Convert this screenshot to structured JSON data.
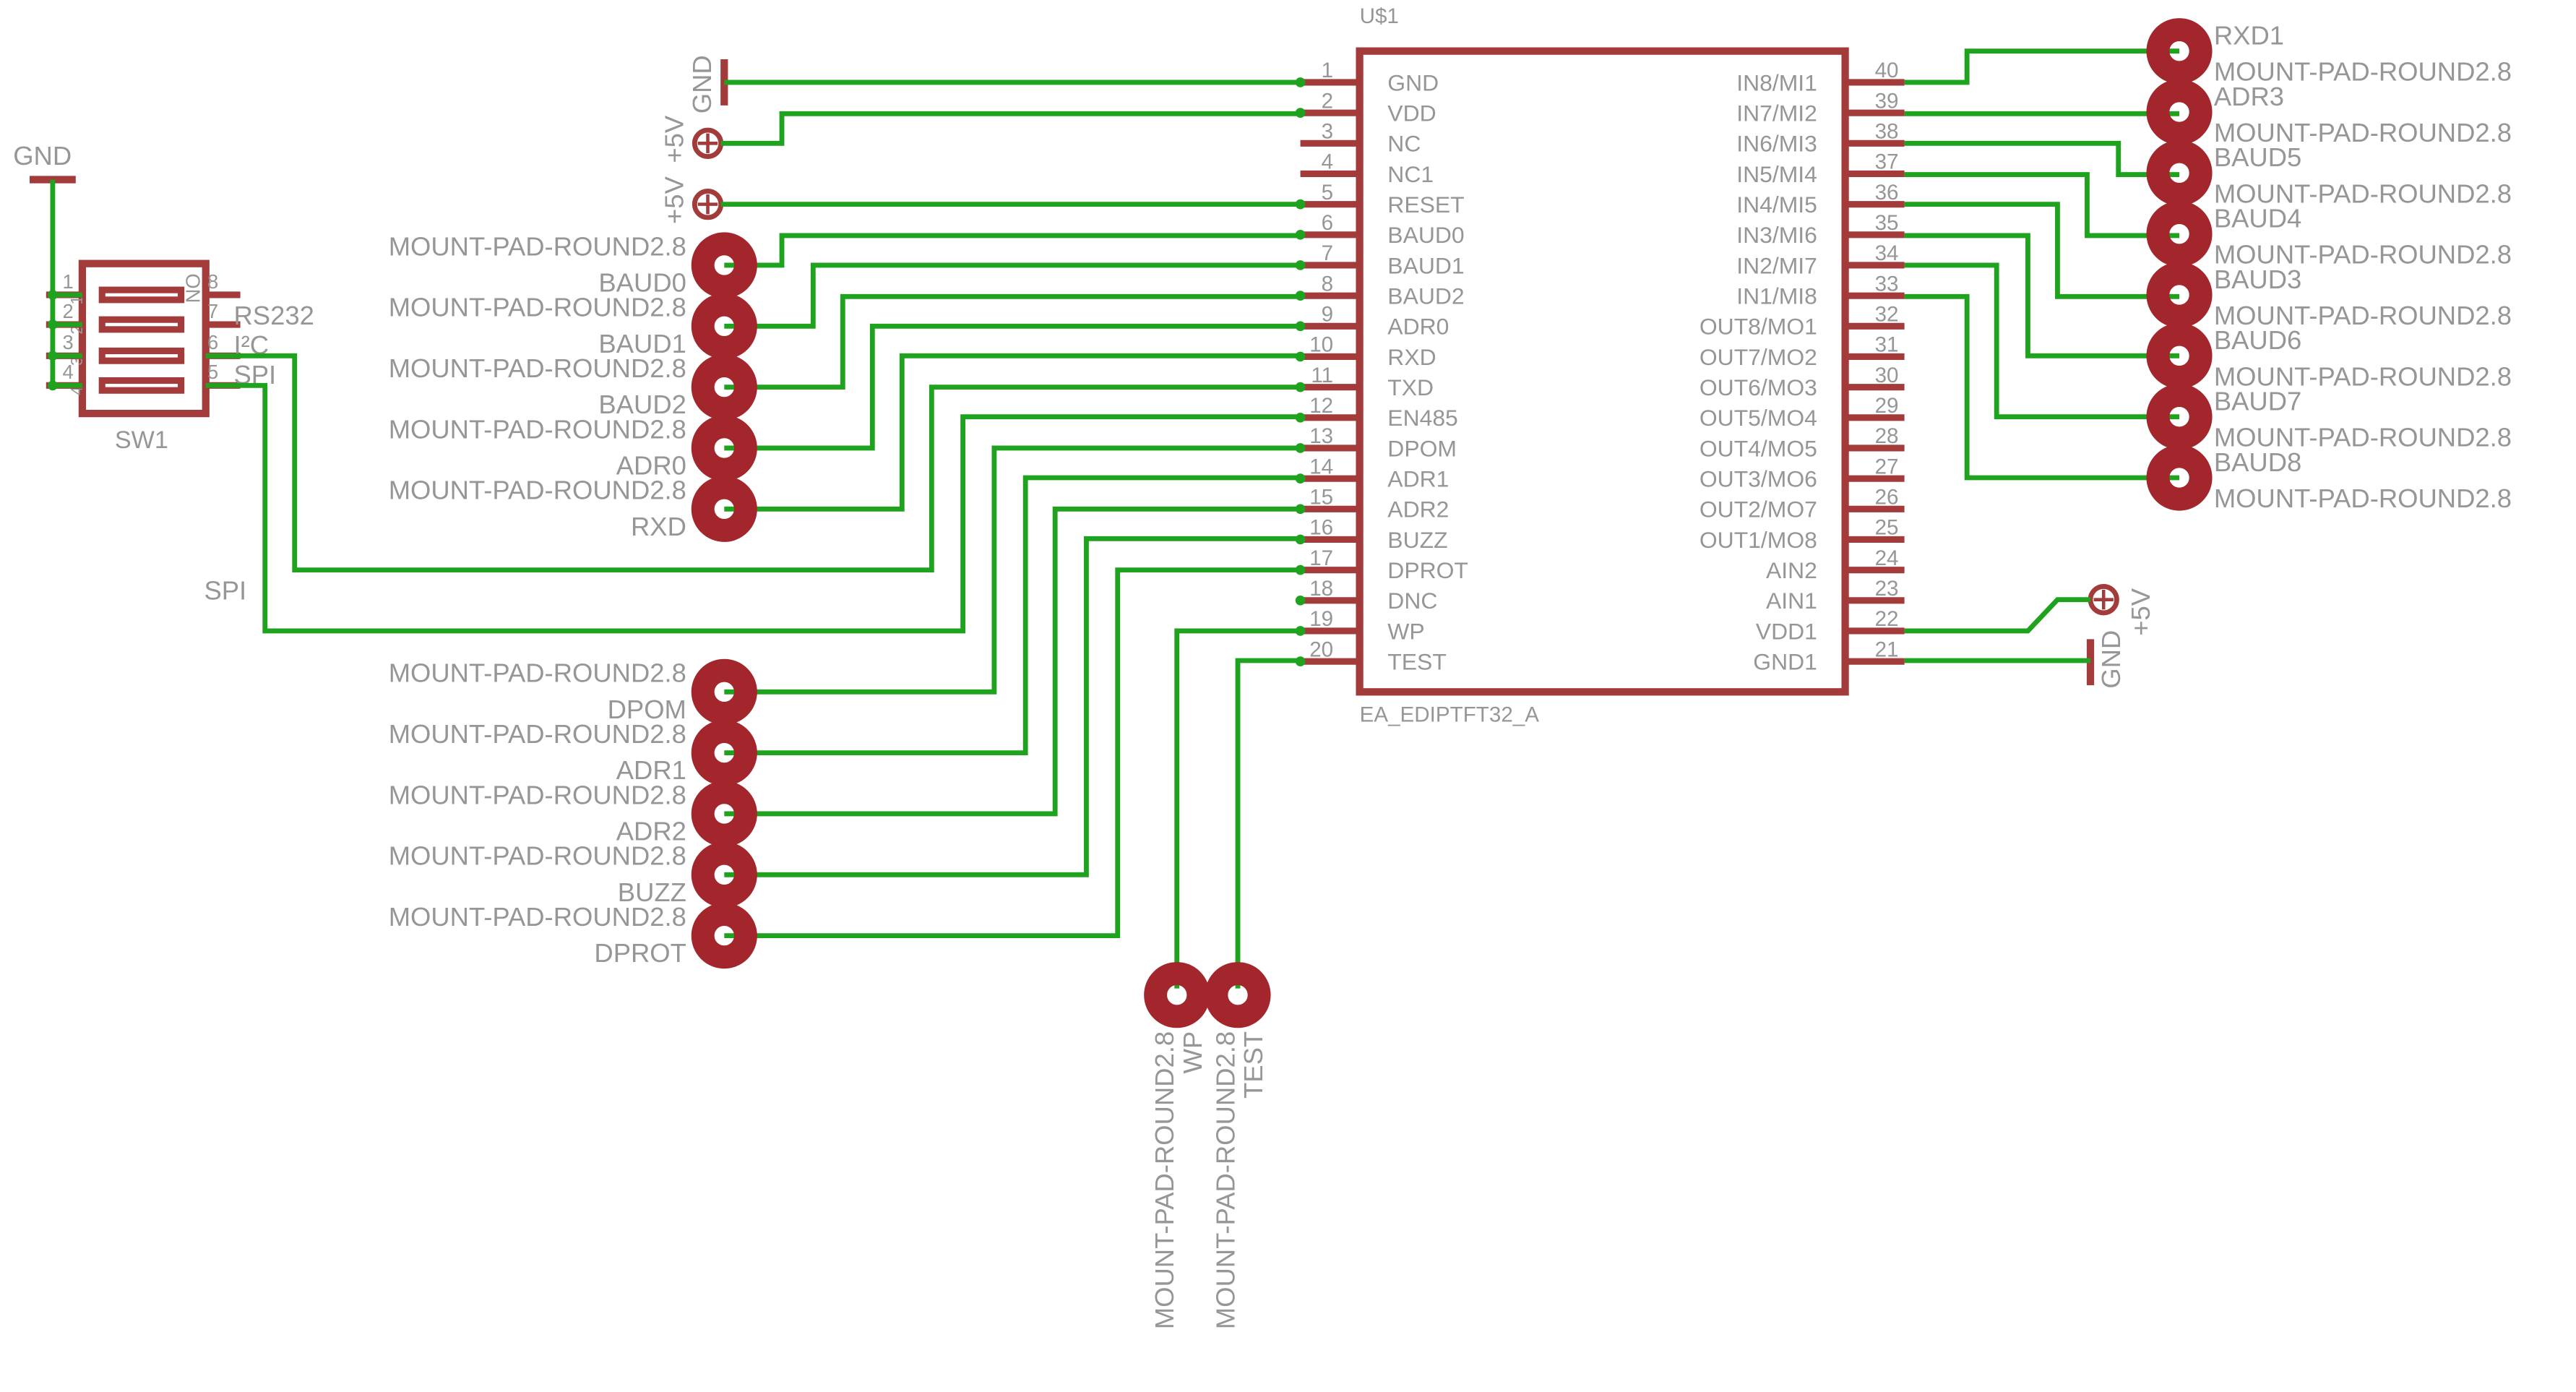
{
  "ic": {
    "ref": "U$1",
    "value": "EA_EDIPTFT32_A",
    "left_pins": [
      {
        "num": "1",
        "name": "GND"
      },
      {
        "num": "2",
        "name": "VDD"
      },
      {
        "num": "3",
        "name": "NC"
      },
      {
        "num": "4",
        "name": "NC1"
      },
      {
        "num": "5",
        "name": "RESET"
      },
      {
        "num": "6",
        "name": "BAUD0"
      },
      {
        "num": "7",
        "name": "BAUD1"
      },
      {
        "num": "8",
        "name": "BAUD2"
      },
      {
        "num": "9",
        "name": "ADR0"
      },
      {
        "num": "10",
        "name": "RXD"
      },
      {
        "num": "11",
        "name": "TXD"
      },
      {
        "num": "12",
        "name": "EN485"
      },
      {
        "num": "13",
        "name": "DPOM"
      },
      {
        "num": "14",
        "name": "ADR1"
      },
      {
        "num": "15",
        "name": "ADR2"
      },
      {
        "num": "16",
        "name": "BUZZ"
      },
      {
        "num": "17",
        "name": "DPROT"
      },
      {
        "num": "18",
        "name": "DNC"
      },
      {
        "num": "19",
        "name": "WP"
      },
      {
        "num": "20",
        "name": "TEST"
      }
    ],
    "right_pins": [
      {
        "num": "40",
        "name": "IN8/MI1"
      },
      {
        "num": "39",
        "name": "IN7/MI2"
      },
      {
        "num": "38",
        "name": "IN6/MI3"
      },
      {
        "num": "37",
        "name": "IN5/MI4"
      },
      {
        "num": "36",
        "name": "IN4/MI5"
      },
      {
        "num": "35",
        "name": "IN3/MI6"
      },
      {
        "num": "34",
        "name": "IN2/MI7"
      },
      {
        "num": "33",
        "name": "IN1/MI8"
      },
      {
        "num": "32",
        "name": "OUT8/MO1"
      },
      {
        "num": "31",
        "name": "OUT7/MO2"
      },
      {
        "num": "30",
        "name": "OUT6/MO3"
      },
      {
        "num": "29",
        "name": "OUT5/MO4"
      },
      {
        "num": "28",
        "name": "OUT4/MO5"
      },
      {
        "num": "27",
        "name": "OUT3/MO6"
      },
      {
        "num": "26",
        "name": "OUT2/MO7"
      },
      {
        "num": "25",
        "name": "OUT1/MO8"
      },
      {
        "num": "24",
        "name": "AIN2"
      },
      {
        "num": "23",
        "name": "AIN1"
      },
      {
        "num": "22",
        "name": "VDD1"
      },
      {
        "num": "21",
        "name": "GND1"
      }
    ]
  },
  "switch": {
    "ref": "SW1",
    "on_label": "ON",
    "left_pins": [
      "1",
      "2",
      "3",
      "4"
    ],
    "right_pins": [
      "8",
      "7",
      "6",
      "5"
    ],
    "internal_numbers": [
      "1",
      "2",
      "3",
      "4"
    ],
    "mode_labels": [
      "RS232",
      "I²C",
      "SPI"
    ],
    "gnd_label": "GND"
  },
  "net_labels": {
    "spi": "SPI",
    "gnd": "GND",
    "plus5v": "+5V"
  },
  "left_pads_upper": [
    {
      "type": "MOUNT-PAD-ROUND2.8",
      "name": "BAUD0"
    },
    {
      "type": "MOUNT-PAD-ROUND2.8",
      "name": "BAUD1"
    },
    {
      "type": "MOUNT-PAD-ROUND2.8",
      "name": "BAUD2"
    },
    {
      "type": "MOUNT-PAD-ROUND2.8",
      "name": "ADR0"
    },
    {
      "type": "MOUNT-PAD-ROUND2.8",
      "name": "RXD"
    }
  ],
  "left_pads_lower": [
    {
      "type": "MOUNT-PAD-ROUND2.8",
      "name": "DPOM"
    },
    {
      "type": "MOUNT-PAD-ROUND2.8",
      "name": "ADR1"
    },
    {
      "type": "MOUNT-PAD-ROUND2.8",
      "name": "ADR2"
    },
    {
      "type": "MOUNT-PAD-ROUND2.8",
      "name": "BUZZ"
    },
    {
      "type": "MOUNT-PAD-ROUND2.8",
      "name": "DPROT"
    }
  ],
  "bottom_pads": [
    {
      "type": "MOUNT-PAD-ROUND2.8",
      "name": "WP"
    },
    {
      "type": "MOUNT-PAD-ROUND2.8",
      "name": "TEST"
    }
  ],
  "right_pads": [
    {
      "type": "MOUNT-PAD-ROUND2.8",
      "name": "RXD1"
    },
    {
      "type": "MOUNT-PAD-ROUND2.8",
      "name": "ADR3"
    },
    {
      "type": "MOUNT-PAD-ROUND2.8",
      "name": "BAUD5"
    },
    {
      "type": "MOUNT-PAD-ROUND2.8",
      "name": "BAUD4"
    },
    {
      "type": "MOUNT-PAD-ROUND2.8",
      "name": "BAUD3"
    },
    {
      "type": "MOUNT-PAD-ROUND2.8",
      "name": "BAUD6"
    },
    {
      "type": "MOUNT-PAD-ROUND2.8",
      "name": "BAUD7"
    },
    {
      "type": "MOUNT-PAD-ROUND2.8",
      "name": "BAUD8"
    }
  ],
  "colors": {
    "wire": "#1fa31f",
    "symbol": "#a33b3b",
    "pad": "#a3262c",
    "text": "#969696"
  }
}
